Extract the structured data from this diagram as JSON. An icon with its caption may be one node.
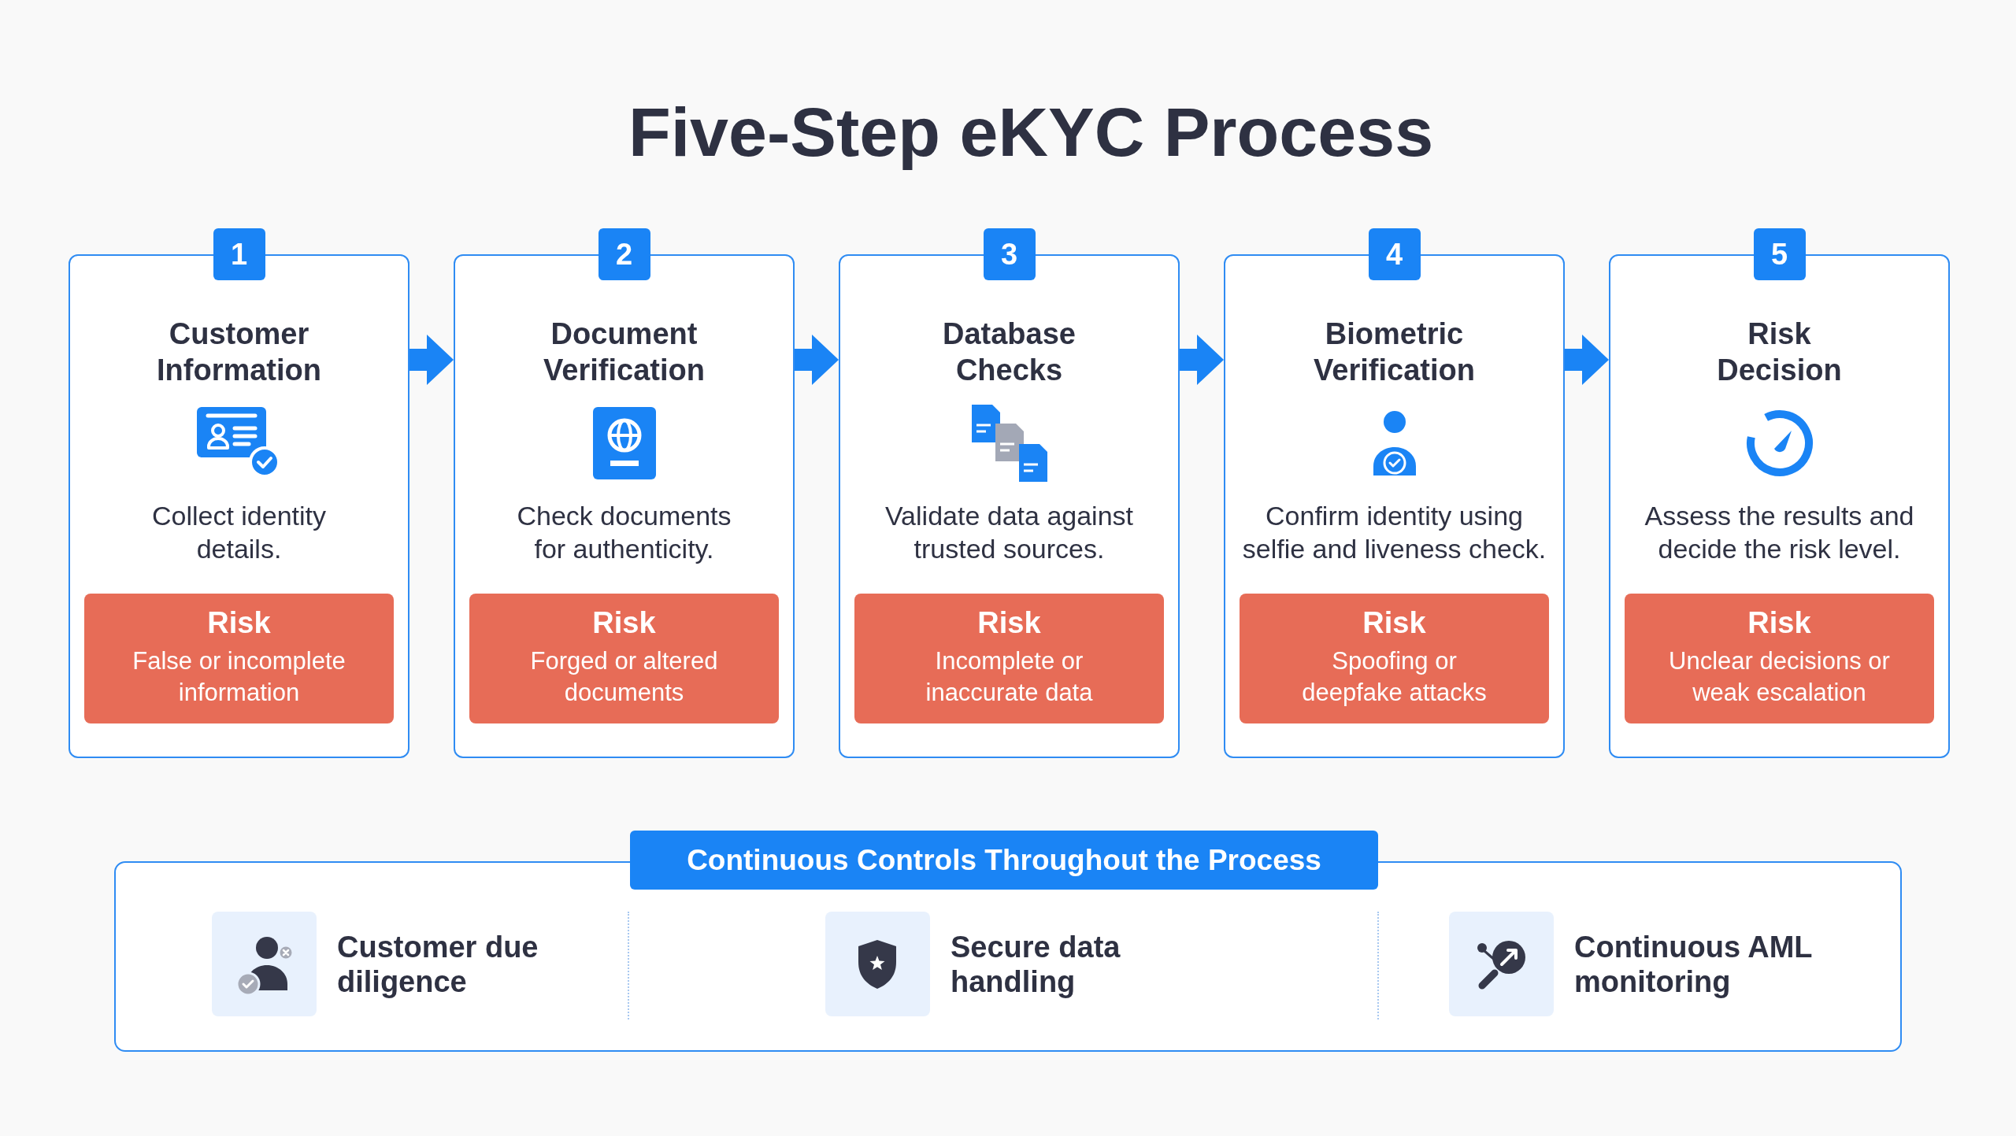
{
  "diagram": {
    "title": "Five-Step eKYC Process",
    "nodes": [
      {
        "text": [
          "1"
        ]
      },
      {
        "text": [
          "Customer Information",
          "Collect identity details."
        ]
      },
      {
        "text": [
          "Risk",
          "False or incomplete information"
        ],
        "in": 1
      },
      {
        "text": [
          "2"
        ]
      },
      {
        "text": [
          "Document Verification",
          "Check documents for authenticity."
        ]
      },
      {
        "text": [
          "Risk",
          "Forged or altered documents"
        ],
        "in": 4
      },
      {
        "text": [
          "3"
        ]
      },
      {
        "text": [
          "Database Checks",
          "Validate data against trusted sources."
        ]
      },
      {
        "text": [
          "Risk",
          "Incomplete or inaccurate data"
        ],
        "in": 7
      },
      {
        "text": [
          "4"
        ]
      },
      {
        "text": [
          "Biometric Verification",
          "Confirm identity using selfie and liveness check."
        ]
      },
      {
        "text": [
          "Risk",
          "Spoofing or deepfake attacks"
        ],
        "in": 10
      },
      {
        "text": [
          "5"
        ]
      },
      {
        "text": [
          "Risk Decision",
          "Assess the results and decide the risk level."
        ]
      },
      {
        "text": [
          "Risk",
          "Unclear decisions or weak escalation"
        ],
        "in": 13
      },
      {
        "text": [
          "Continuous Controls Throughout the Process"
        ]
      },
      {
        "text": [
          "Customer due diligence",
          "Secure data handling",
          "Continuous AML monitoring"
        ]
      }
    ],
    "edges": [
      {
        "from": 1,
        "to": 4,
        "arrow": "to"
      },
      {
        "from": 4,
        "to": 7,
        "arrow": "to"
      },
      {
        "from": 7,
        "to": 10,
        "arrow": "to"
      },
      {
        "from": 10,
        "to": 13,
        "arrow": "to"
      }
    ]
  }
}
